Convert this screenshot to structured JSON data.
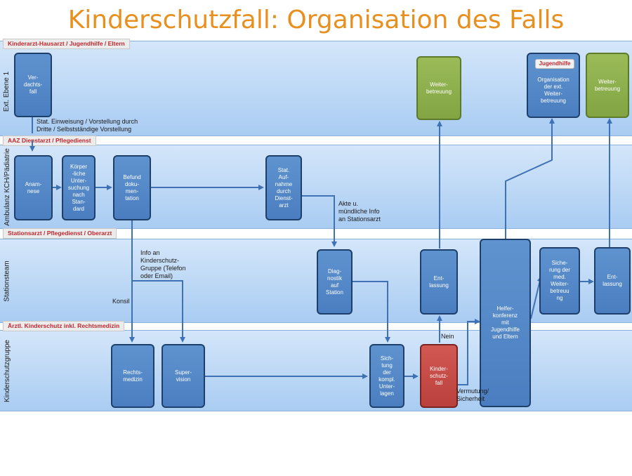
{
  "title": "Kinderschutzfall: Organisation des Falls",
  "lanes": [
    {
      "label": "Ext. Ebene 1",
      "tag": "Kinderarzt-Hausarzt / Jugendhilfe / Eltern"
    },
    {
      "label": "Ambulanz KCH/Pädiatrie",
      "tag": "AAZ Dienstarzt / Pflegedienst"
    },
    {
      "label": "Stationsteam",
      "tag": "Stationsarzt / Pflegedienst / Oberarzt"
    },
    {
      "label": "Kinderschutzgruppe",
      "tag": "Ärztl. Kinderschutz inkl. Rechtsmedizin"
    }
  ],
  "boxes": {
    "verdachtsfall": "Ver-\ndachts-\nfall",
    "weiterbetreuung1": "Weiter-\nbetreuung",
    "organisation": "Organisation\nder ext.\nWeiter-\nbetreuung",
    "jugendhilfe_badge": "Jugendhilfe",
    "weiterbetreuung2": "Weiter-\nbetreuung",
    "anamnese": "Anam-\nnese",
    "koerperliche": "Körper\n-liche\nUnter-\nsuchung\nnach\nStan-\ndard",
    "befund": "Befund\ndoku-\nmen-\ntation",
    "stat_aufnahme": "Stat.\nAuf-\nnahme\ndurch\nDienst-\narzt",
    "diagnostik": "Diag-\nnostik\nauf\nStation",
    "entlassung1": "Ent-\nlassung",
    "helferkonferenz": "Helfer-\nkonferenz\nmit\nJugendhilfe\nund Eltern",
    "sicherung": "Siche-\nrung der\nmed.\nWeiter-\nbetreuu\nng",
    "entlassung2": "Ent-\nlassung",
    "rechtsmedizin": "Rechts-\nmedizin",
    "supervision": "Super-\nvision",
    "sichtung": "Sich-\ntung\nder\nkompl.\nUnter-\nlagen",
    "kinderschutzfall": "Kinder-\nschutz-\nfall"
  },
  "notes": {
    "einweisung": "Stat. Einweisung / Vorstellung durch\nDritte / Selbstständige Vorstellung",
    "akte": "Akte u.\nmündliche Info\nan Stationsarzt",
    "info": "Info an\nKinderschutz-\nGruppe (Telefon\noder Email)",
    "konsil": "Konsil",
    "nein": "Nein",
    "vermutung": "Vermutung/\nSicherheit"
  },
  "colors": {
    "title": "#e8901f",
    "box_blue": "#4f81bd",
    "box_green": "#9bbb59",
    "box_red": "#c0504d",
    "tag_text": "#c0282d",
    "arrow": "#3f72b5"
  }
}
